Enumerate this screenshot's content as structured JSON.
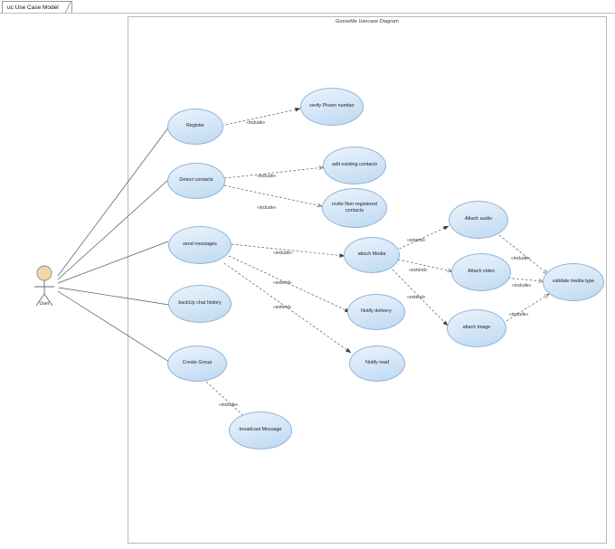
{
  "window": {
    "tab_label": "uc Use Case Model"
  },
  "diagram": {
    "title": "GuessMe Usecase Diagram",
    "type": "uml-use-case-diagram",
    "colors": {
      "ellipse_fill_light": "#eaf3fb",
      "ellipse_fill_dark": "#bcd9f1",
      "ellipse_stroke": "#8fb4d9",
      "edge_stroke": "#4a4a4a",
      "actor_head_fill": "#f2d7a8",
      "actor_stroke": "#6b6b6b",
      "frame_stroke": "#b8b8b8",
      "text": "#16202b"
    },
    "actors": [
      {
        "id": "user",
        "label": "User"
      }
    ],
    "use_cases": [
      {
        "id": "register",
        "label": "Register"
      },
      {
        "id": "detect-contacts",
        "label": "Detect contacts"
      },
      {
        "id": "send-messages",
        "label": "send messages"
      },
      {
        "id": "backup-chat-history",
        "label": "backUp chat history"
      },
      {
        "id": "create-group",
        "label": "Create Group"
      },
      {
        "id": "verify-phone-number",
        "label": "verify Phoen number"
      },
      {
        "id": "add-existing-contacts",
        "label": "add existing contacts"
      },
      {
        "id": "invite-non-registered-contacts",
        "label": "invite Non-registered contacts"
      },
      {
        "id": "attach-media",
        "label": "attach Media"
      },
      {
        "id": "notify-delivery",
        "label": "Notify delivery"
      },
      {
        "id": "notify-read",
        "label": "Notify read"
      },
      {
        "id": "broadcast-message",
        "label": "broadcast Message"
      },
      {
        "id": "attach-audio",
        "label": "Attach audio"
      },
      {
        "id": "attach-video",
        "label": "Attach video"
      },
      {
        "id": "attach-image",
        "label": "attach image"
      },
      {
        "id": "validate-media-type",
        "label": "validate media type"
      }
    ],
    "associations": [
      {
        "from": "user",
        "to": "register"
      },
      {
        "from": "user",
        "to": "detect-contacts"
      },
      {
        "from": "user",
        "to": "send-messages"
      },
      {
        "from": "user",
        "to": "backup-chat-history"
      },
      {
        "from": "user",
        "to": "create-group"
      }
    ],
    "relationships": [
      {
        "from": "register",
        "to": "verify-phone-number",
        "stereotype": "«include»"
      },
      {
        "from": "detect-contacts",
        "to": "add-existing-contacts",
        "stereotype": "«include»"
      },
      {
        "from": "detect-contacts",
        "to": "invite-non-registered-contacts",
        "stereotype": "«include»"
      },
      {
        "from": "send-messages",
        "to": "attach-media",
        "stereotype": "«include»"
      },
      {
        "from": "send-messages",
        "to": "notify-delivery",
        "stereotype": "«extend»"
      },
      {
        "from": "send-messages",
        "to": "notify-read",
        "stereotype": "«extend»"
      },
      {
        "from": "create-group",
        "to": "broadcast-message",
        "stereotype": "«include»"
      },
      {
        "from": "attach-media",
        "to": "attach-audio",
        "stereotype": "«extend»"
      },
      {
        "from": "attach-media",
        "to": "attach-video",
        "stereotype": "«extend»"
      },
      {
        "from": "attach-media",
        "to": "attach-image",
        "stereotype": "«extend»"
      },
      {
        "from": "attach-audio",
        "to": "validate-media-type",
        "stereotype": "«include»"
      },
      {
        "from": "attach-video",
        "to": "validate-media-type",
        "stereotype": "«include»"
      },
      {
        "from": "attach-image",
        "to": "validate-media-type",
        "stereotype": "«include»"
      }
    ],
    "edge_labels": {
      "include_register": "«include»",
      "include_add_contacts": "«include»",
      "include_invite_contacts": "«include»",
      "include_attach_media": "«include»",
      "extend_notify_delivery": "«extend»",
      "extend_notify_read": "«extend»",
      "include_broadcast": "«include»",
      "extend_attach_audio": "«extend»",
      "extend_attach_video": "«extend»",
      "extend_attach_image": "«extend»",
      "include_validate_audio": "«include»",
      "include_validate_video": "«include»",
      "include_validate_image": "«include»"
    }
  }
}
